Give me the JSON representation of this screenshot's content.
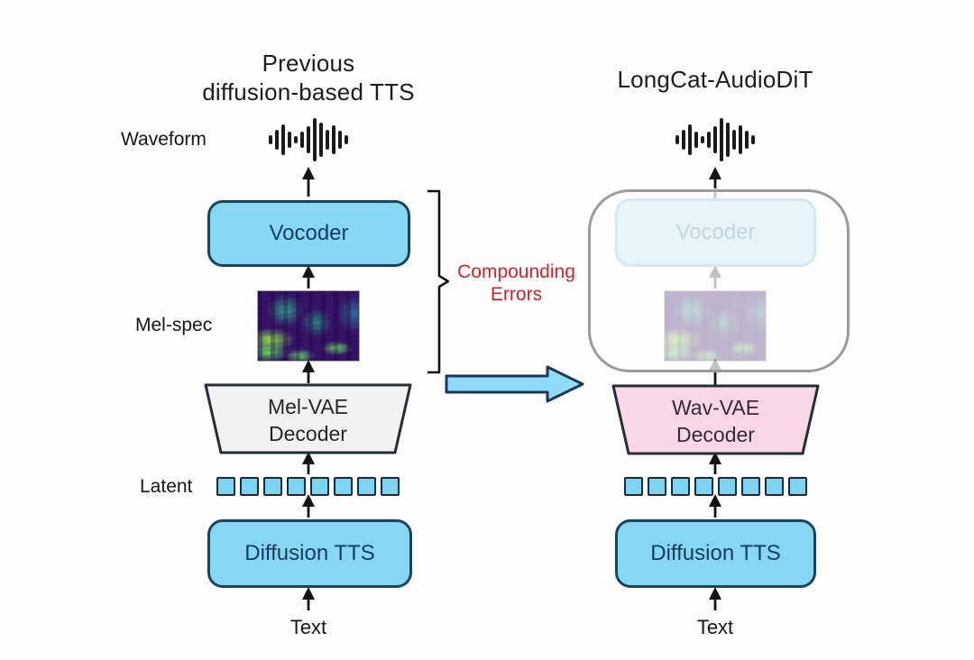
{
  "left": {
    "title_line1": "Previous",
    "title_line2": "diffusion-based TTS",
    "waveform_label": "Waveform",
    "vocoder_label": "Vocoder",
    "melspec_label": "Mel-spec",
    "decoder_line1": "Mel-VAE",
    "decoder_line2": "Decoder",
    "latent_label": "Latent",
    "latent_square_count": 8,
    "diffusion_label": "Diffusion TTS",
    "text_label": "Text"
  },
  "annotation": {
    "line1": "Compounding",
    "line2": "Errors",
    "color": "#d6202e"
  },
  "right": {
    "title": "LongCat-AudioDiT",
    "ghost_vocoder_label": "Vocoder",
    "decoder_line1": "Wav-VAE",
    "decoder_line2": "Decoder",
    "latent_square_count": 8,
    "diffusion_label": "Diffusion TTS",
    "text_label": "Text"
  },
  "icons": {
    "waveform_icon": "audio-waveform-bars",
    "waveform_bar_heights": [
      10,
      22,
      34,
      18,
      8,
      18,
      30,
      48,
      38,
      22,
      32,
      20,
      10
    ]
  },
  "colors": {
    "process_box_fill": "#85d7f3",
    "process_box_border": "#17455e",
    "process_box_text": "#173a5c",
    "mel_vae_trapezoid_fill": "#f2f2f2",
    "wav_vae_trapezoid_fill": "#f9d7e7",
    "trapezoid_border": "#232e36",
    "latent_square_fill": "#7dd4f0",
    "latent_square_border": "#1c2b33",
    "transition_arrow_fill": "#8edcf8",
    "transition_arrow_border": "#1d3557",
    "ghost_container_border": "#9b9b9b",
    "error_text_red": "#d6202e",
    "arrow_black": "#141414"
  }
}
